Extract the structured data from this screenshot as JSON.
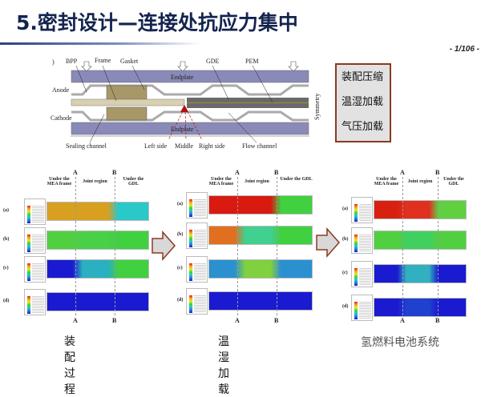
{
  "title": "5.密封设计—连接处抗应力集中",
  "page_number": "- 1/106 -",
  "schematic": {
    "panel_label": ")",
    "labels": {
      "bpp": "BPP",
      "frame": "Frame",
      "gasket": "Gasket",
      "gde": "GDE",
      "pem": "PEM",
      "anode": "Anode",
      "cathode": "Cathode",
      "endplate_top": "Endplate",
      "endplate_bottom": "Endplate",
      "symmetry": "Symmetry",
      "sealing_channel": "Sealing  channel",
      "left_side": "Left side",
      "middle": "Middle",
      "right_side": "Right side",
      "flow_channel": "Flow  channel"
    }
  },
  "load_box": [
    "装配压缩",
    "温湿加载",
    "气压加载"
  ],
  "region_headers": {
    "under_frame": "Under the MEA frame",
    "joint": "Joint region",
    "under_gdl": "Under the GDL",
    "a": "A",
    "b": "B"
  },
  "row_labels": [
    "(a)",
    "(b)",
    "(c)",
    "(d)"
  ],
  "panels": [
    {
      "caption": "装配过程",
      "rows": [
        [
          "#d8a020",
          "#d8a020",
          "#2ac8c8"
        ],
        [
          "#50d040",
          "#48d048",
          "#40d040"
        ],
        [
          "#1a1ad0",
          "#2ab0c0",
          "#40d040"
        ],
        [
          "#1a1ad0",
          "#1a1ad0",
          "#1a1ad0"
        ]
      ]
    },
    {
      "caption": "温湿加载",
      "rows": [
        [
          "#d81a10",
          "#d81a10",
          "#40d040"
        ],
        [
          "#e07020",
          "#40d090",
          "#40d040"
        ],
        [
          "#2a90d0",
          "#80d040",
          "#2a90d0"
        ],
        [
          "#1a1ad0",
          "#1a1ad0",
          "#1a1ad0"
        ]
      ]
    },
    {
      "caption": "",
      "rows": [
        [
          "#d82010",
          "#e03020",
          "#60d040"
        ],
        [
          "#50d040",
          "#40d060",
          "#50d040"
        ],
        [
          "#1a1ad0",
          "#30b0c0",
          "#1a1ad0"
        ],
        [
          "#1a1ad0",
          "#2040d0",
          "#1a1ad0"
        ]
      ]
    }
  ],
  "watermark": "氢燃料电池系统",
  "colors": {
    "title": "#14244f",
    "endplate": "#8a8ab8",
    "gasket": "#a89868",
    "gde": "#6a6a6a",
    "arrow_fill": "#d8d8d8",
    "arrow_stroke": "#8a3a20"
  }
}
